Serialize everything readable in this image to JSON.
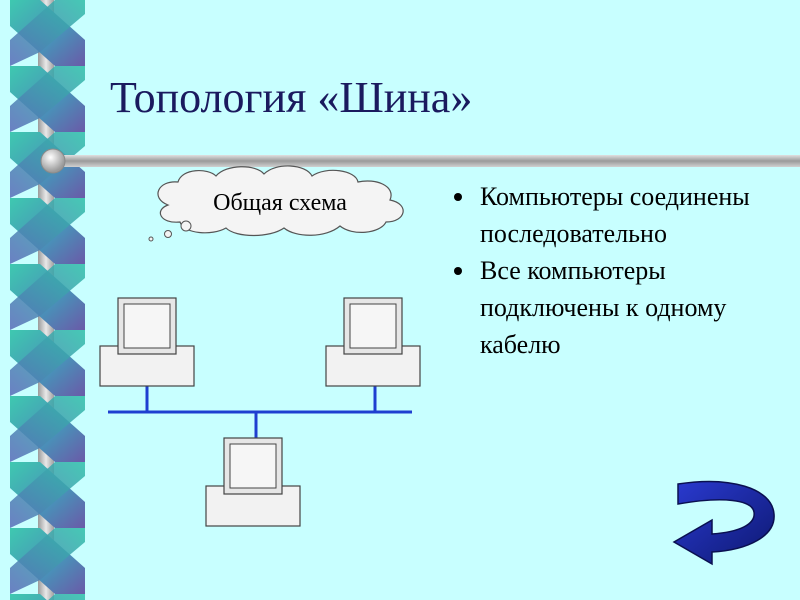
{
  "slide": {
    "title": "Топология «Шина»",
    "cloud_label": "Общая схема",
    "bullets": [
      "Компьютеры соединены последовательно",
      "Все компьютеры подключены к одному кабелю"
    ]
  },
  "colors": {
    "background": "#c8ffff",
    "title": "#1a1a5e",
    "bus_cable": "#1f3fd0",
    "back_arrow": "#1a2aa0",
    "computer_fill": "#f2f2f2"
  },
  "icons": {
    "back": "curved-return-arrow-icon",
    "computer": "computer-icon",
    "thought_cloud": "thought-cloud-icon"
  }
}
